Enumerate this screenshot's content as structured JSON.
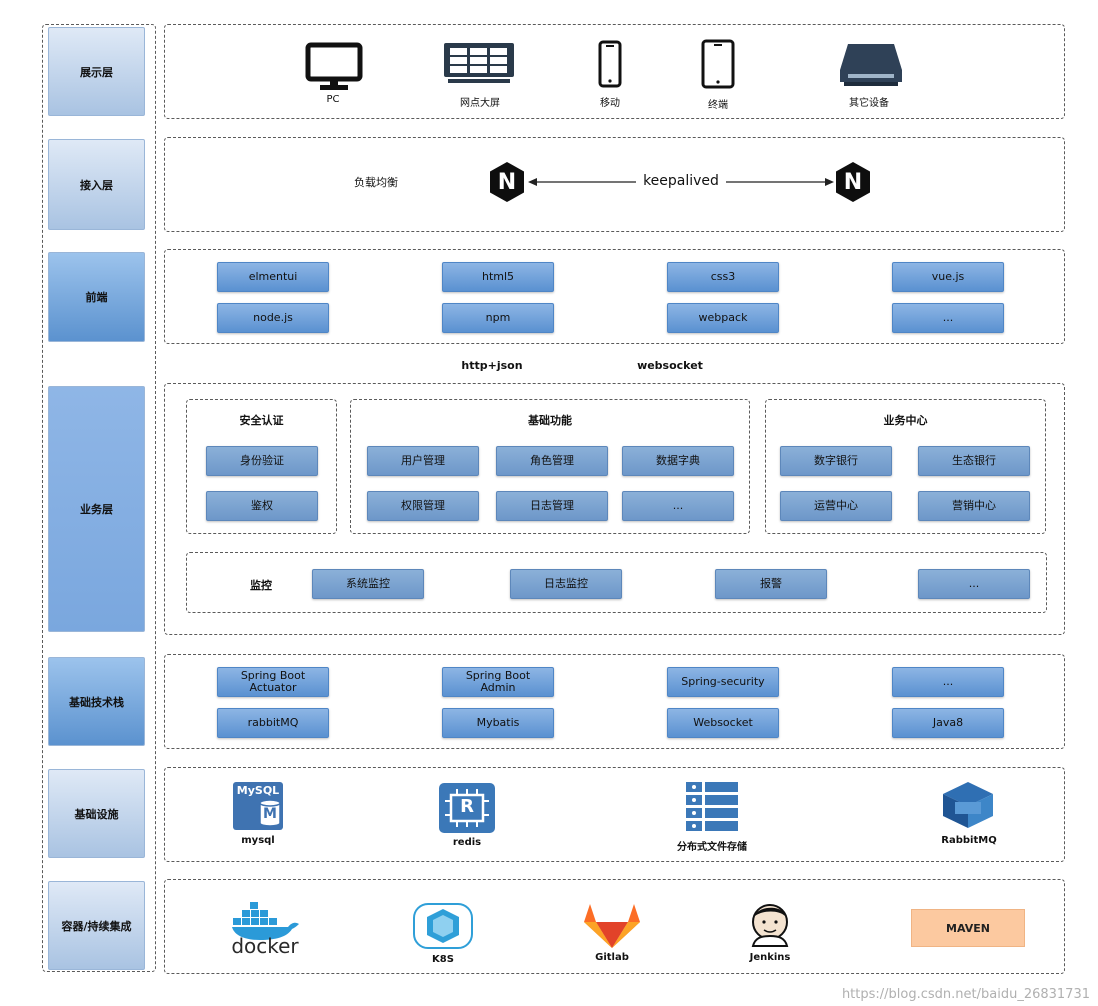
{
  "layers": {
    "display": "展示层",
    "access": "接入层",
    "frontend": "前端",
    "business": "业务层",
    "tech_stack": "基础技术栈",
    "infra": "基础设施",
    "container": "容器/持续集成"
  },
  "display": {
    "pc": "PC",
    "big_screen": "网点大屏",
    "mobile": "移动",
    "terminal": "终端",
    "other": "其它设备"
  },
  "access": {
    "load_balance": "负载均衡",
    "keepalived": "keepalived",
    "nginx_letter": "N"
  },
  "frontend": {
    "items": [
      "elmentui",
      "html5",
      "css3",
      "vue.js",
      "node.js",
      "npm",
      "webpack",
      "..."
    ]
  },
  "protocols": {
    "http": "http+json",
    "websocket": "websocket"
  },
  "business": {
    "security": {
      "title": "安全认证",
      "items": [
        "身份验证",
        "鉴权"
      ]
    },
    "basic": {
      "title": "基础功能",
      "items": [
        "用户管理",
        "角色管理",
        "数据字典",
        "权限管理",
        "日志管理",
        "..."
      ]
    },
    "center": {
      "title": "业务中心",
      "items": [
        "数字银行",
        "生态银行",
        "运营中心",
        "营销中心"
      ]
    },
    "monitor": {
      "title": "监控",
      "items": [
        "系统监控",
        "日志监控",
        "报警",
        "..."
      ]
    }
  },
  "tech_stack": {
    "items": [
      "Spring Boot\nActuator",
      "Spring Boot\nAdmin",
      "Spring-security",
      "...",
      "rabbitMQ",
      "Mybatis",
      "Websocket",
      "Java8"
    ]
  },
  "infra": {
    "mysql": "mysql",
    "mysql_logo": "MySQL",
    "mysql_m": "M",
    "redis": "redis",
    "redis_logo": "R",
    "dfs": "分布式文件存储",
    "rabbitmq": "RabbitMQ"
  },
  "container": {
    "docker": "docker",
    "k8s": "K8S",
    "gitlab": "Gitlab",
    "jenkins": "Jenkins",
    "maven": "MAVEN"
  },
  "watermark": "https://blog.csdn.net/baidu_26831731",
  "colors": {
    "button_top": "#8db5e4",
    "button_bottom": "#5a91d1",
    "maven_bg": "#fcc9a0",
    "gitlab_orange": "#e24329",
    "k8s_blue": "#2f9fd8",
    "redis_blue": "#3b78b8",
    "mysql_blue": "#3f73b1"
  }
}
